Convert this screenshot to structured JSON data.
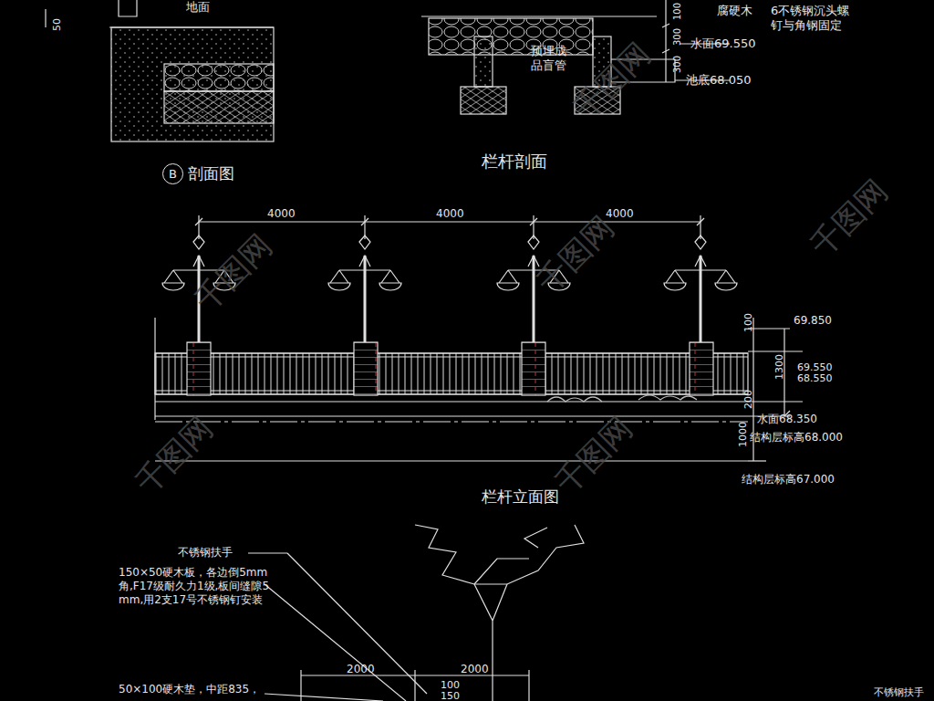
{
  "diagram": {
    "nodes": [
      {
        "text": [
          "B"
        ]
      }
    ],
    "edges": [],
    "labels": [
      "50",
      "地面",
      "腐硬木",
      "6不锈钢沉头螺钉与角钢固定",
      "100",
      "300",
      "300",
      "水面69.550",
      "预埋成品盲管",
      "池底68.050",
      "剖面图",
      "栏杆剖面",
      "4000",
      "4000",
      "4000",
      "100",
      "69.850",
      "1300",
      "69.550",
      "68.550",
      "200",
      "水面68.350",
      "1000",
      "结构层标高68.000",
      "结构层标高67.000",
      "栏杆立面图",
      "不锈钢扶手",
      "150×50硬木板，各边倒5mm角,F17级耐久力1级,板间缝隙5mm,用2支17号不锈钢钉安装",
      "2000",
      "2000",
      "100",
      "150",
      "50×100硬木垫，中距835，",
      "不锈钢扶手",
      "千图网",
      "千图网",
      "千图网",
      "千图网",
      "千图网",
      "千图网"
    ]
  }
}
